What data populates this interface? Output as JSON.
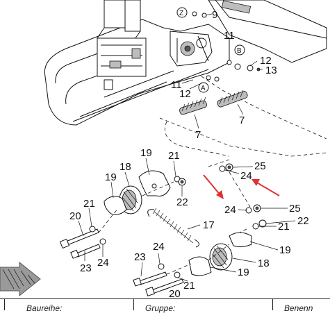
{
  "callouts": {
    "n9": "9",
    "n11a": "11",
    "n11b": "11",
    "n12a": "12",
    "n12b": "12",
    "n13": "13",
    "n7a": "7",
    "n7b": "7",
    "n19a": "19",
    "n21a": "21",
    "n18a": "18",
    "n19b": "19",
    "n22a": "22",
    "n25a": "25",
    "n24a": "24",
    "n21b": "21",
    "n20a": "20",
    "n23a": "23",
    "n24b": "24",
    "n17": "17",
    "n24c": "24",
    "n25b": "25",
    "n22b": "22",
    "n21c": "21",
    "n19c": "19",
    "n24d": "24",
    "n23b": "23",
    "n18b": "18",
    "n19d": "19",
    "n21d": "21",
    "n20b": "20"
  },
  "circle_labels": {
    "top": "Z",
    "a": "A",
    "b": "B"
  },
  "footer": {
    "baureihe": "Baureihe:",
    "gruppe": "Gruppe:",
    "benenn": "Benenn"
  },
  "colors": {
    "arrow_red": "#e03030",
    "nav_arrow": "#9a9a9a"
  }
}
